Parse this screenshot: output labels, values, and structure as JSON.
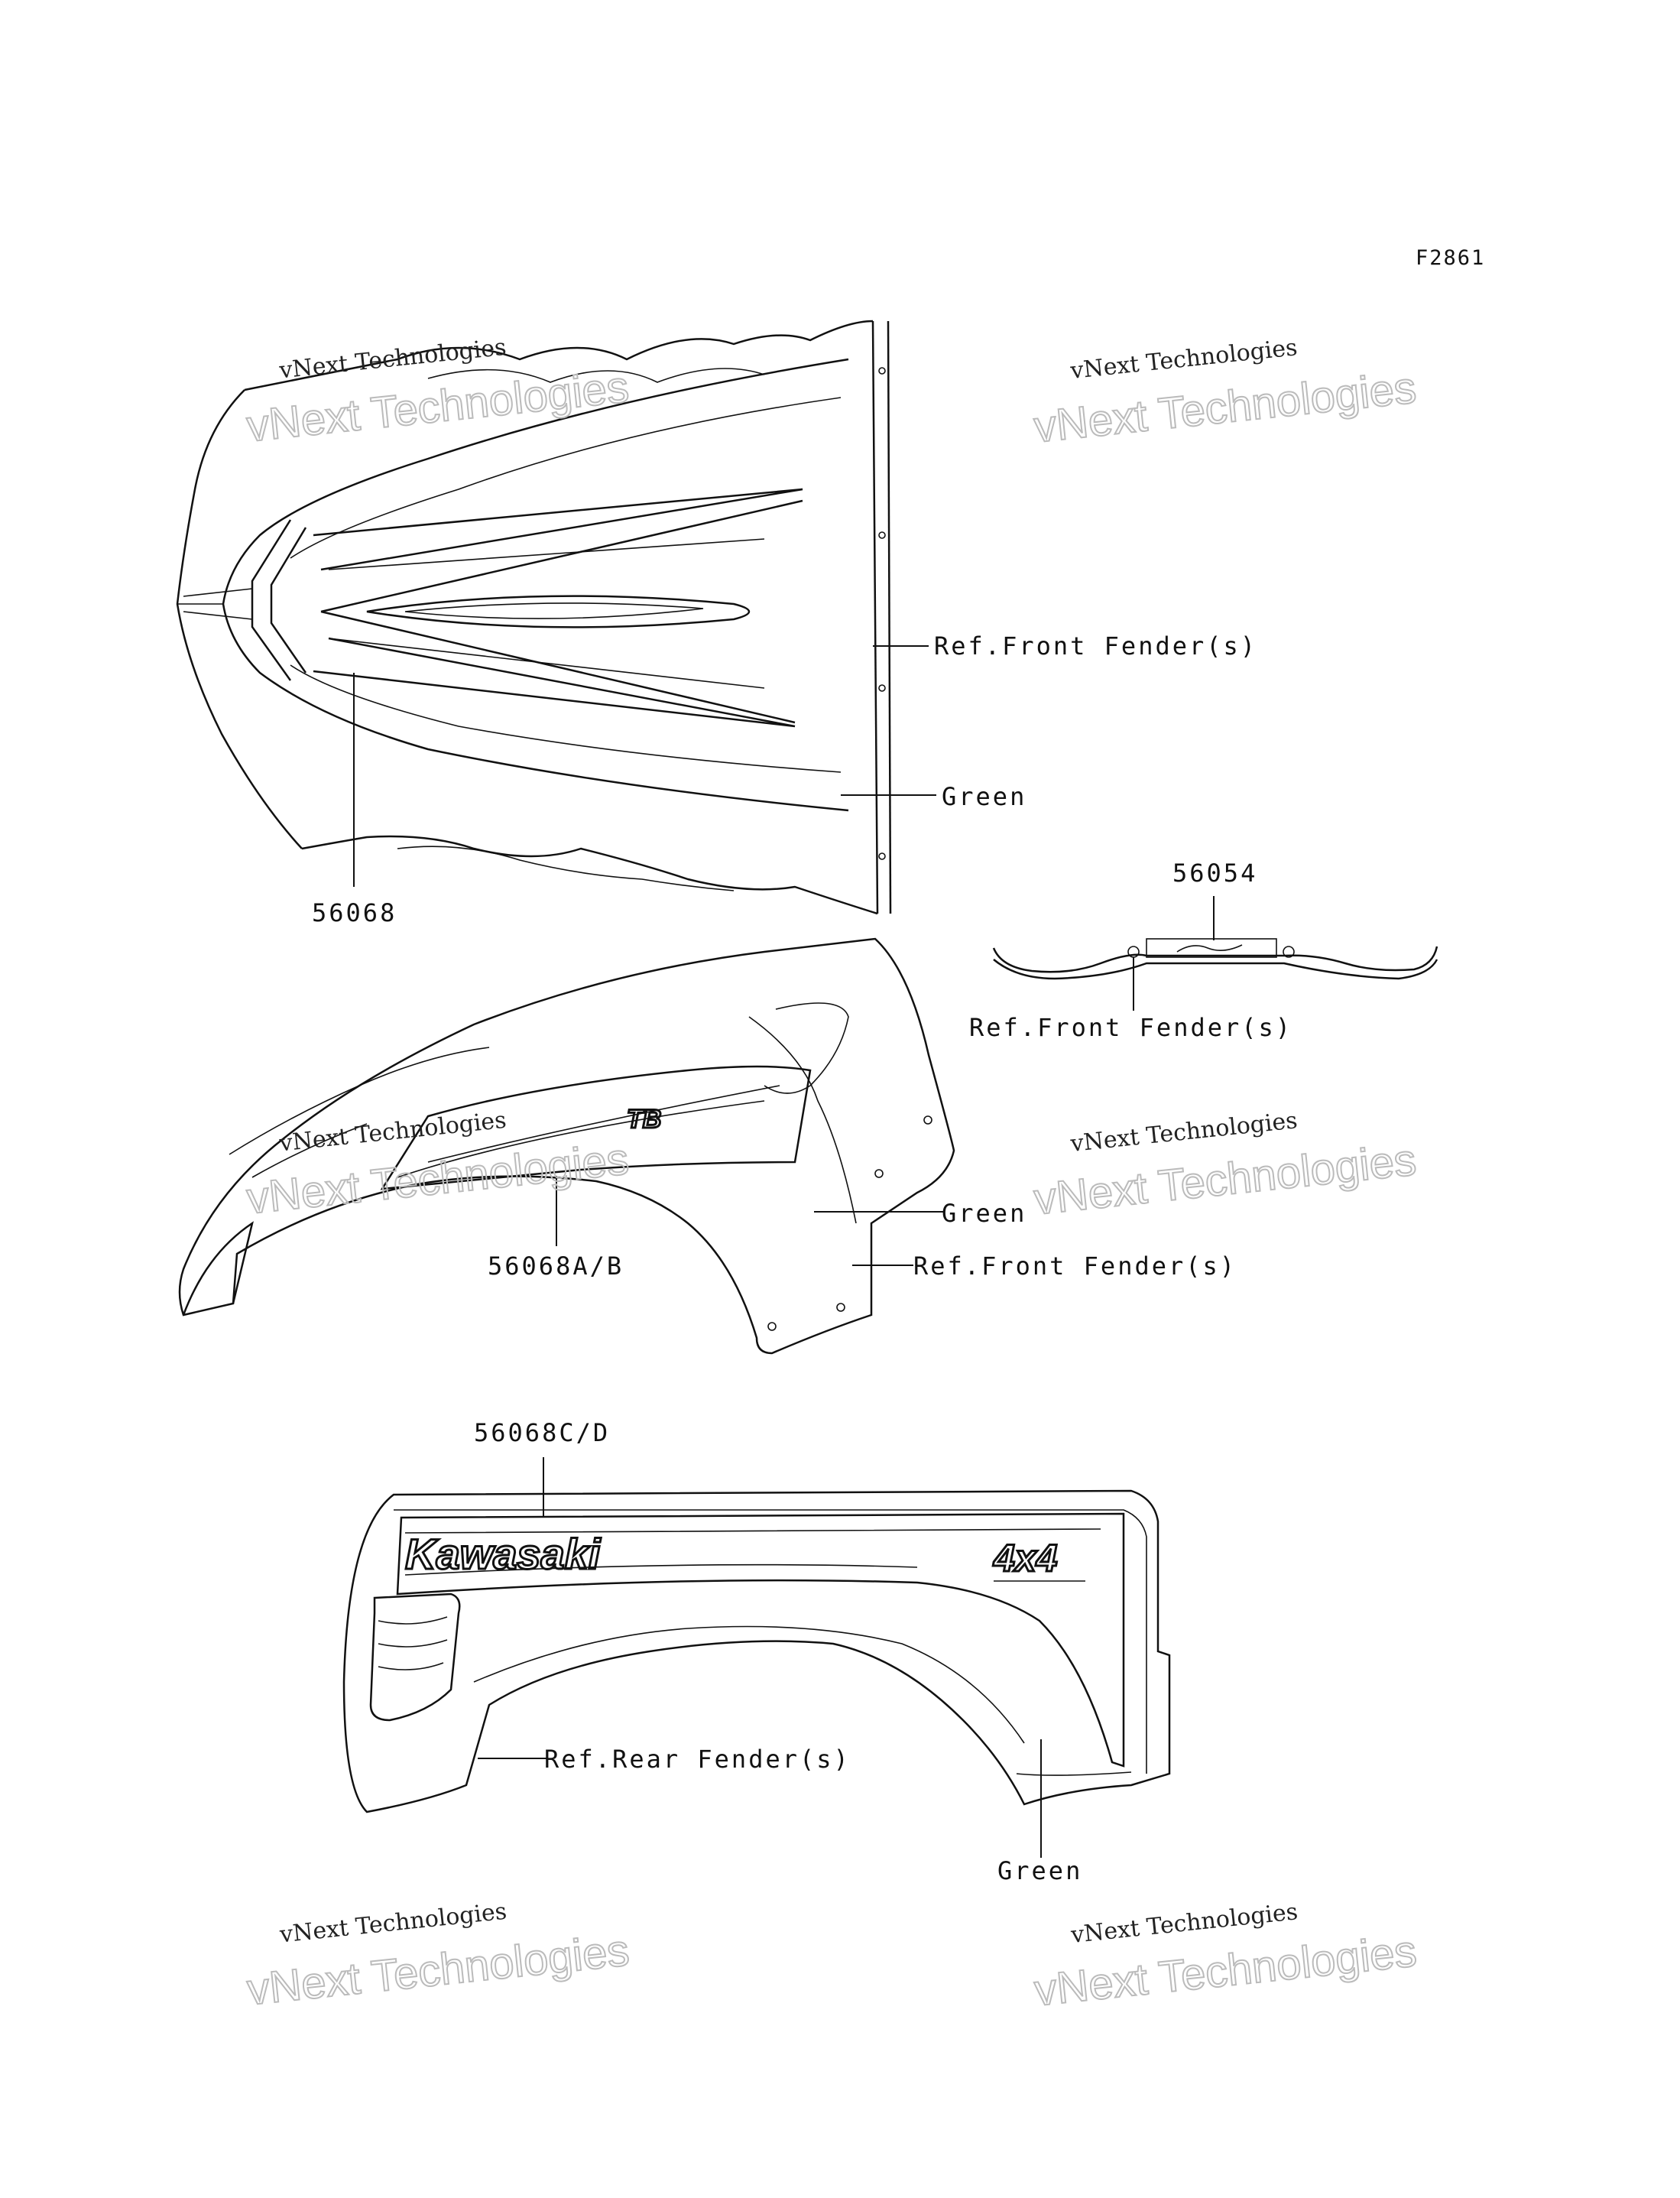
{
  "figure_code": "F2861",
  "watermark": {
    "line1": "vNext Technologies",
    "line2": "vNext Technologies"
  },
  "callouts": {
    "part_56068": "56068",
    "part_56054": "56054",
    "part_56068ab": "56068A/B",
    "part_56068cd": "56068C/D",
    "ref_front_fender_1": "Ref.Front Fender(s)",
    "ref_front_fender_2": "Ref.Front Fender(s)",
    "ref_front_fender_3": "Ref.Front Fender(s)",
    "ref_rear_fender": "Ref.Rear Fender(s)",
    "green_1": "Green",
    "green_2": "Green",
    "green_3": "Green"
  },
  "decal_logos": {
    "kawasaki": "Kawasaki",
    "four_by_four": "4x4"
  }
}
